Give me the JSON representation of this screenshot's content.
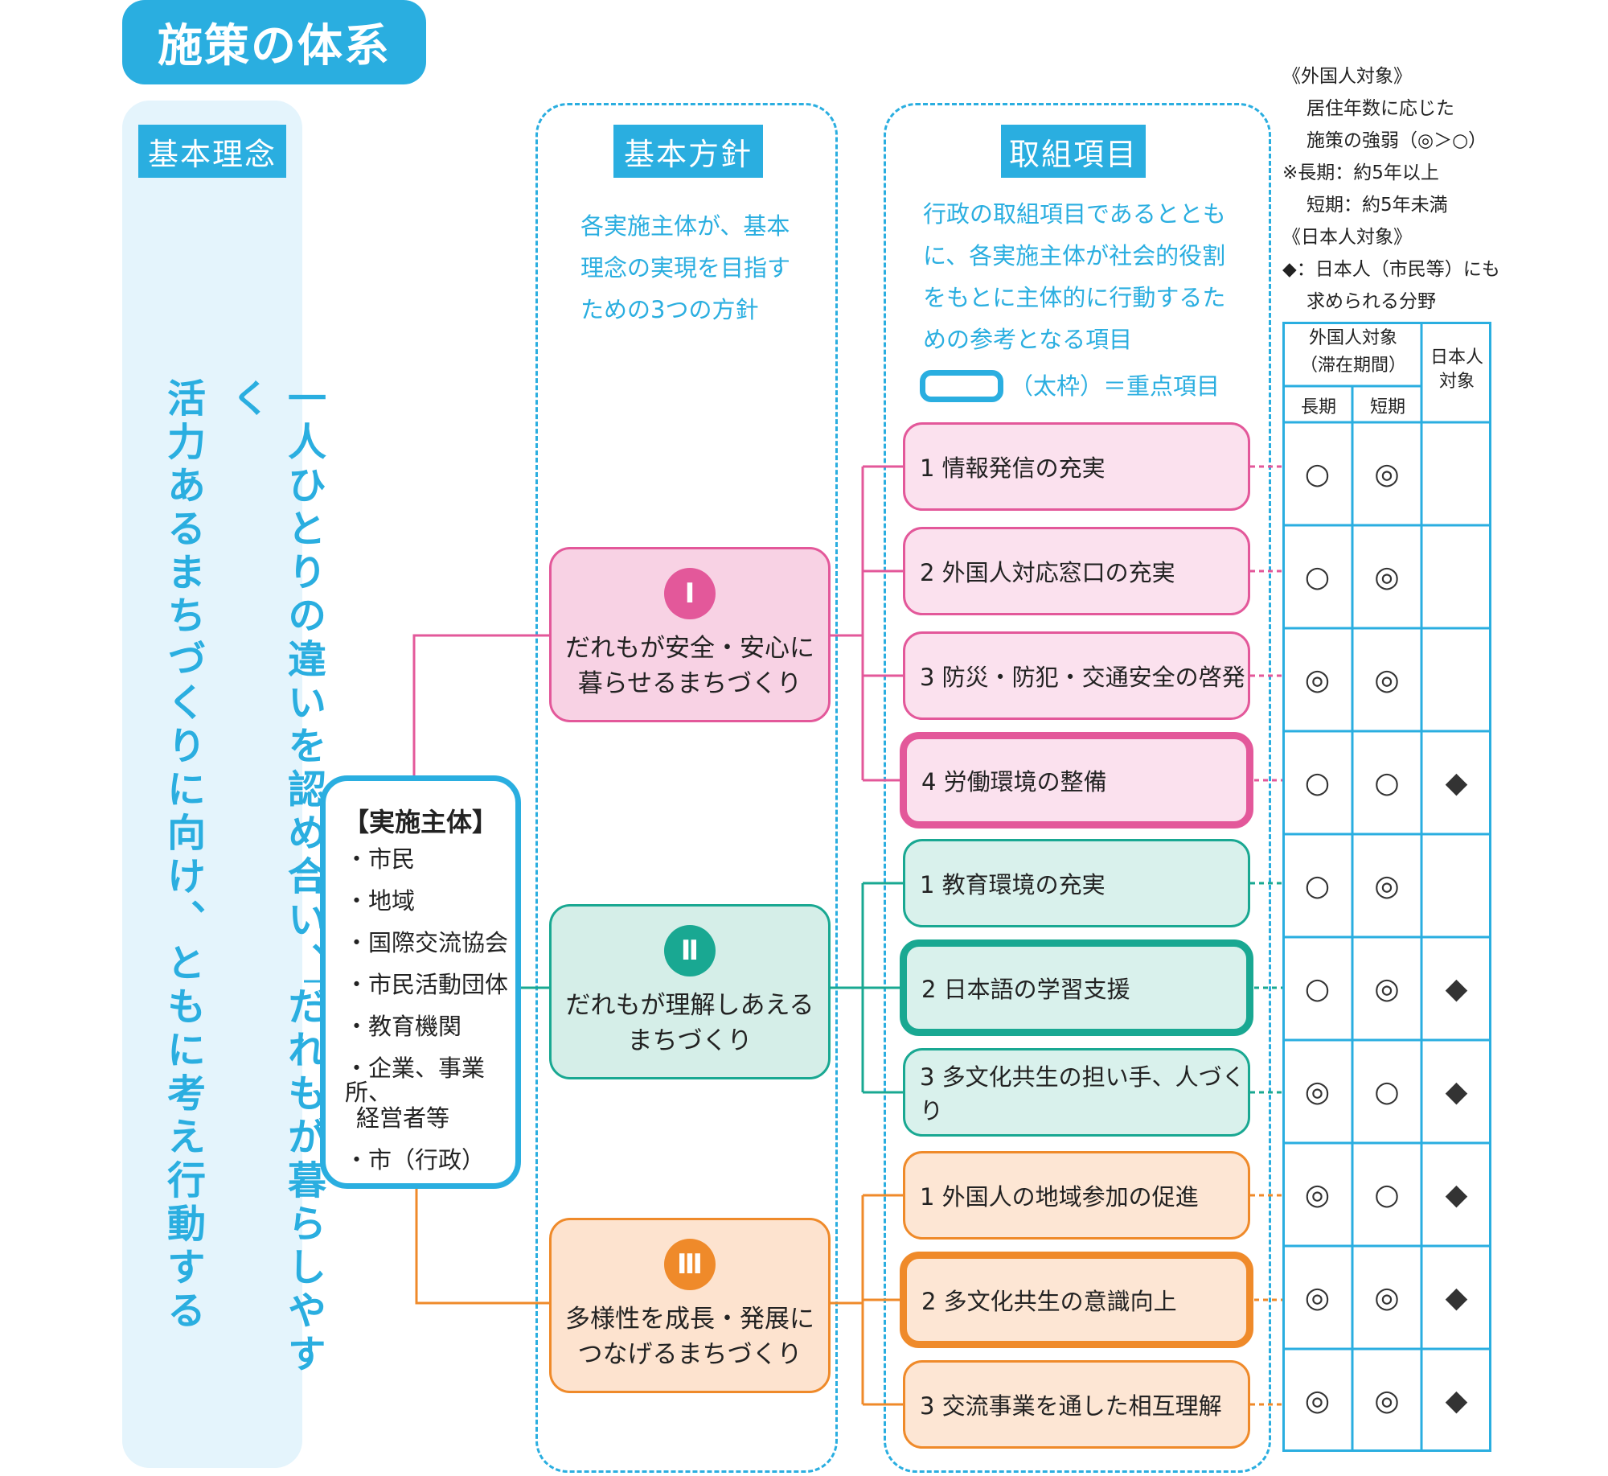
{
  "title": "施策の体系",
  "headers": {
    "rinen": "基本理念",
    "houshin": "基本方針",
    "torikumi": "取組項目"
  },
  "rinen_text": {
    "line1": "一人ひとりの違いを認め合い、だれもが暮らしやすく",
    "line2": "活力あるまちづくりに向け、ともに考え行動する"
  },
  "houshin_desc": [
    "各実施主体が、基本",
    "理念の実現を目指す",
    "ための3つの方針"
  ],
  "torikumi_desc": [
    "行政の取組項目であるととも",
    "に、各実施主体が社会的役割",
    "をもとに主体的に行動するた",
    "めの参考となる項目"
  ],
  "focus_legend": "（太枠）＝重点項目",
  "shutai": {
    "title": "【実施主体】",
    "items": [
      "・市民",
      "・地域",
      "・国際交流協会",
      "・市民活動団体",
      "・教育機関",
      "・企業、事業所、",
      "経営者等",
      "・市（行政）"
    ]
  },
  "policies": [
    {
      "num": "Ⅰ",
      "line1": "だれもが安全・安心に",
      "line2": "暮らせるまちづくり"
    },
    {
      "num": "Ⅱ",
      "line1": "だれもが理解しあえる",
      "line2": "まちづくり"
    },
    {
      "num": "Ⅲ",
      "line1": "多様性を成長・発展に",
      "line2": "つなげるまちづくり"
    }
  ],
  "items": [
    {
      "label": "1 情報発信の充実",
      "long": "○",
      "short": "◎",
      "jp": ""
    },
    {
      "label": "2 外国人対応窓口の充実",
      "long": "○",
      "short": "◎",
      "jp": ""
    },
    {
      "label": "3 防災・防犯・交通安全の啓発",
      "long": "◎",
      "short": "◎",
      "jp": ""
    },
    {
      "label": "4 労働環境の整備",
      "long": "○",
      "short": "○",
      "jp": "◆"
    },
    {
      "label": "1 教育環境の充実",
      "long": "○",
      "short": "◎",
      "jp": ""
    },
    {
      "label": "2 日本語の学習支援",
      "long": "○",
      "short": "◎",
      "jp": "◆"
    },
    {
      "label": "3 多文化共生の担い手、人づくり",
      "long": "◎",
      "short": "○",
      "jp": "◆"
    },
    {
      "label": "1 外国人の地域参加の促進",
      "long": "◎",
      "short": "○",
      "jp": "◆"
    },
    {
      "label": "2 多文化共生の意識向上",
      "long": "◎",
      "short": "◎",
      "jp": "◆"
    },
    {
      "label": "3 交流事業を通した相互理解",
      "long": "◎",
      "short": "◎",
      "jp": "◆"
    }
  ],
  "legend": [
    "《外国人対象》",
    "居住年数に応じた",
    "施策の強弱（◎＞○）",
    "※長期：約5年以上",
    "短期：約5年未満",
    "《日本人対象》",
    "◆：日本人（市民等）にも",
    "求められる分野"
  ],
  "table_header": {
    "foreign": "外国人対象",
    "period": "（滞在期間）",
    "long": "長期",
    "short": "短期",
    "jp1": "日本人",
    "jp2": "対象"
  },
  "colors": {
    "blue": "#2aaee0",
    "pink": "#e3589a",
    "green": "#19a892",
    "orange": "#ef8a2a"
  }
}
